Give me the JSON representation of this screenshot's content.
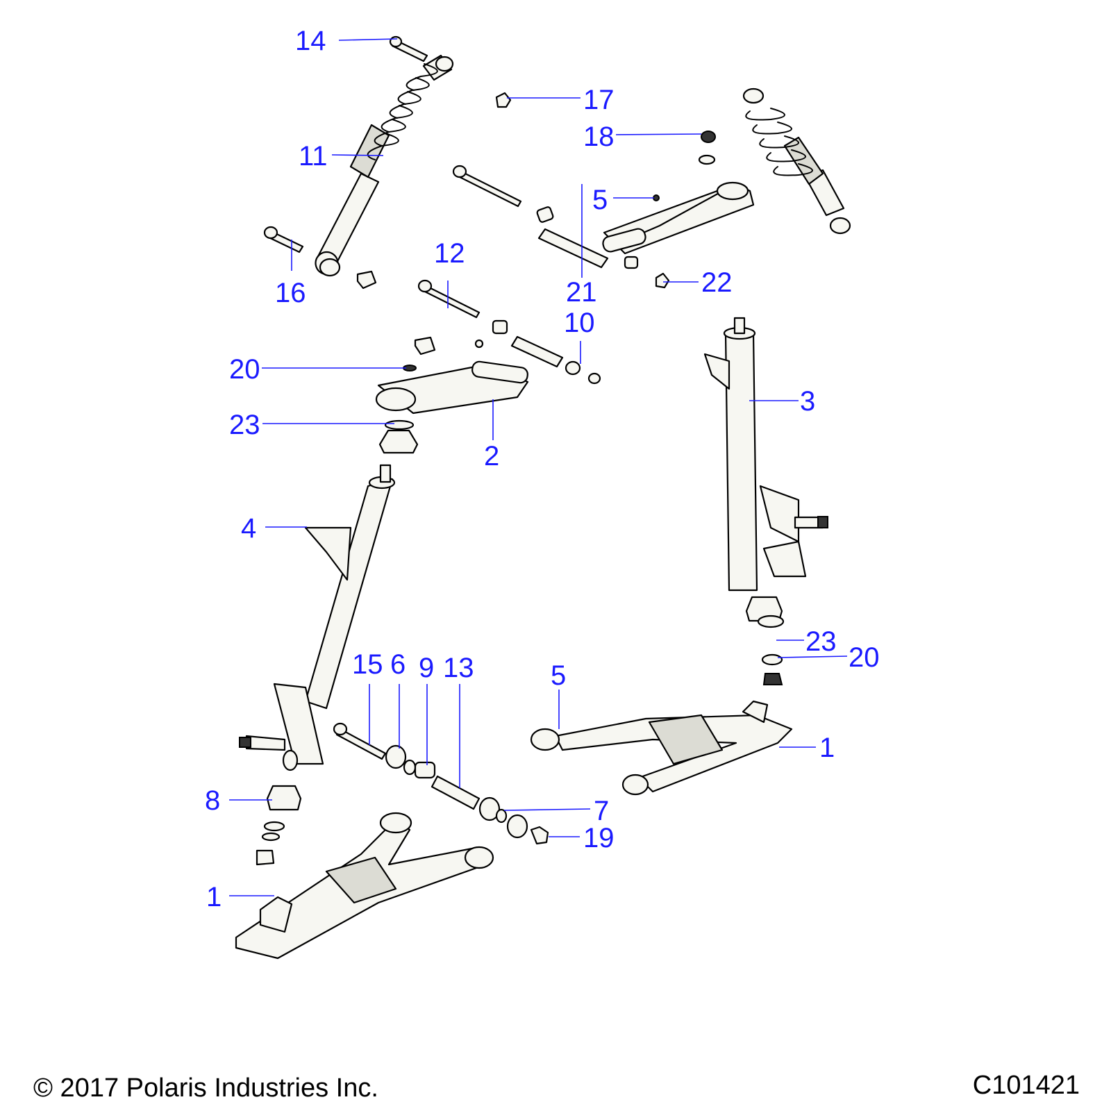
{
  "diagram": {
    "callouts": [
      {
        "id": "c14a",
        "label": "14"
      },
      {
        "id": "c17",
        "label": "17"
      },
      {
        "id": "c18",
        "label": "18"
      },
      {
        "id": "c11",
        "label": "11"
      },
      {
        "id": "c5a",
        "label": "5"
      },
      {
        "id": "c21",
        "label": "21"
      },
      {
        "id": "c22",
        "label": "22"
      },
      {
        "id": "c16",
        "label": "16"
      },
      {
        "id": "c12",
        "label": "12"
      },
      {
        "id": "c10",
        "label": "10"
      },
      {
        "id": "c20a",
        "label": "20"
      },
      {
        "id": "c3",
        "label": "3"
      },
      {
        "id": "c23a",
        "label": "23"
      },
      {
        "id": "c2",
        "label": "2"
      },
      {
        "id": "c4",
        "label": "4"
      },
      {
        "id": "c23b",
        "label": "23"
      },
      {
        "id": "c20b",
        "label": "20"
      },
      {
        "id": "c15",
        "label": "15"
      },
      {
        "id": "c6",
        "label": "6"
      },
      {
        "id": "c9",
        "label": "9"
      },
      {
        "id": "c13",
        "label": "13"
      },
      {
        "id": "c5b",
        "label": "5"
      },
      {
        "id": "c1a",
        "label": "1"
      },
      {
        "id": "c8",
        "label": "8"
      },
      {
        "id": "c7",
        "label": "7"
      },
      {
        "id": "c19",
        "label": "19"
      },
      {
        "id": "c1b",
        "label": "1"
      }
    ]
  },
  "footer": {
    "copyright": "© 2017 Polaris Industries Inc.",
    "drawing_id": "C101421"
  },
  "colors": {
    "callout": "#1a1aff",
    "line_art": "#000000",
    "background": "#ffffff"
  }
}
